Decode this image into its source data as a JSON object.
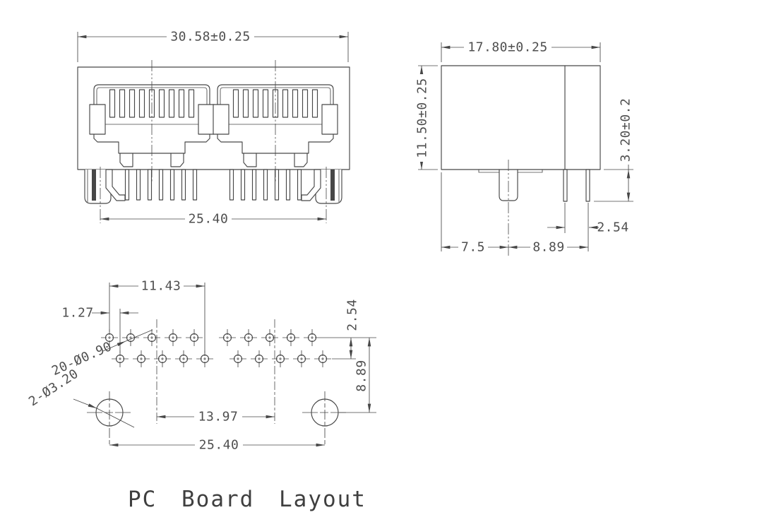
{
  "title": "PC Board Layout",
  "colors": {
    "background": "#ffffff",
    "line": "#474747",
    "text": "#4f4f4f",
    "title_text": "#3f3f3f"
  },
  "front_view": {
    "overall_width": "30.58±0.25",
    "mount_tab_span": "25.40"
  },
  "side_view": {
    "depth": "17.80±0.25",
    "height": "11.50±0.25",
    "pin_protrusion": "3.20±0.2",
    "pin_row_pitch": "2.54",
    "post_to_front": "7.5",
    "post_to_pin_row": "8.89"
  },
  "pcb_layout": {
    "pin_group_span": "11.43",
    "row_stagger": "1.27",
    "row_pitch": "2.54",
    "mount_hole_drop": "8.89",
    "port_center_spacing": "13.97",
    "mount_hole_span": "25.40",
    "pin_hole_callout": "20-Ø0.90",
    "mount_hole_callout": "2-Ø3.20"
  }
}
